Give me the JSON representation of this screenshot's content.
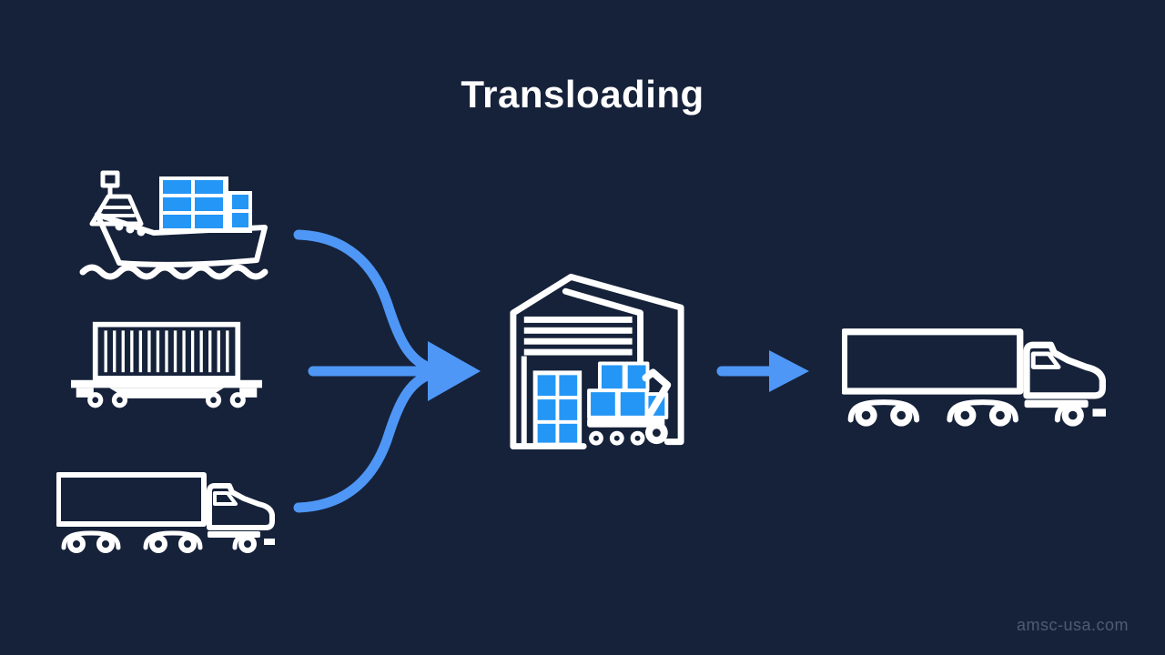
{
  "title": "Transloading",
  "watermark": "amsc-usa.com",
  "colors": {
    "background": "#16223A",
    "icon_white": "#FFFFFF",
    "container_blue": "#2496F5",
    "arrow_blue": "#4E97F7",
    "watermark_text": "#4D5C74"
  },
  "diagram": {
    "inbound_modes": [
      "cargo ship",
      "rail container car",
      "semi truck"
    ],
    "hub": "warehouse",
    "outbound_mode": "semi truck",
    "flow": [
      "ship + railcar + truck converge into warehouse",
      "warehouse to outbound truck"
    ]
  }
}
